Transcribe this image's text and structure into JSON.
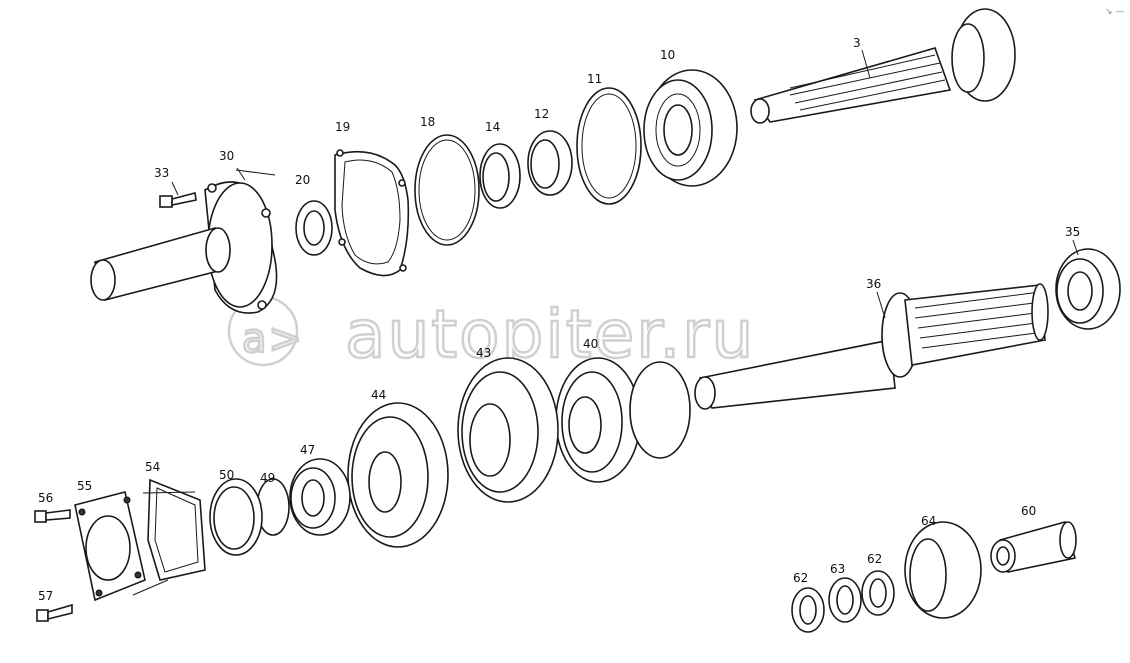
{
  "watermark": {
    "brand": "autopiter.ru",
    "glyph": "a>"
  },
  "corner_mark": "↘ —",
  "callouts": {
    "p3": "3",
    "p10": "10",
    "p11": "11",
    "p12": "12",
    "p14": "14",
    "p18": "18",
    "p19": "19",
    "p20": "20",
    "p30": "30",
    "p33": "33",
    "p35": "35",
    "p36": "36",
    "p40": "40",
    "p43": "43",
    "p44": "44",
    "p47": "47",
    "p49": "49",
    "p50": "50",
    "p54": "54",
    "p55": "55",
    "p56": "56",
    "p57": "57",
    "p60": "60",
    "p62a": "62",
    "p62b": "62",
    "p63": "63",
    "p64": "64"
  }
}
